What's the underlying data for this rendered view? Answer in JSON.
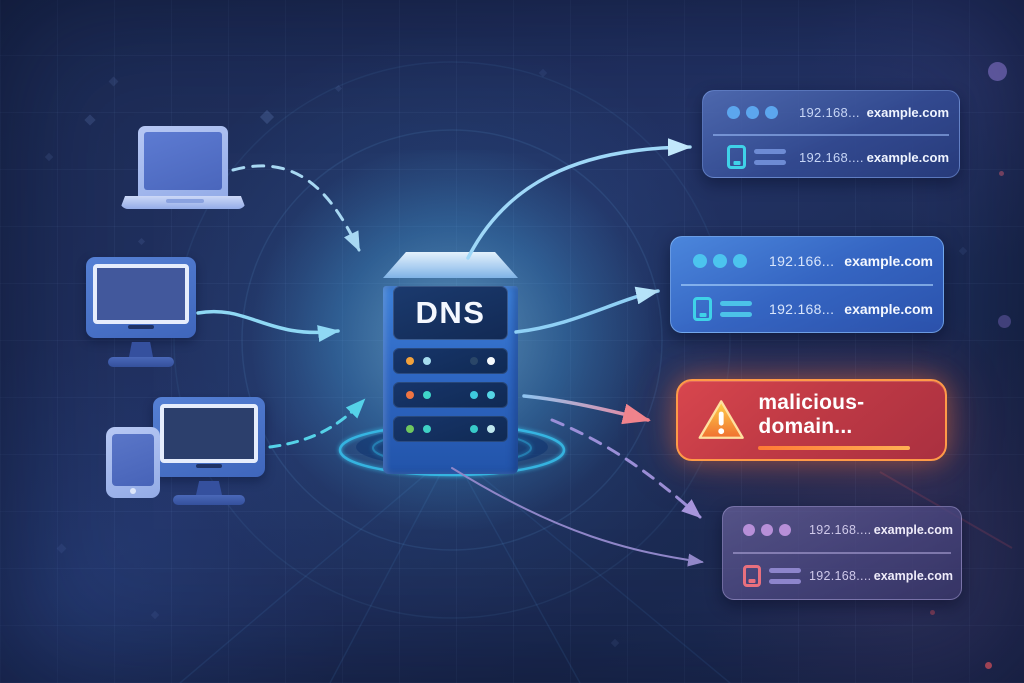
{
  "server": {
    "label": "DNS"
  },
  "resolutions": {
    "card_top": {
      "rows": [
        {
          "ip": "192.168...",
          "domain": "example.com"
        },
        {
          "ip": "192.168....",
          "domain": "example.com"
        }
      ]
    },
    "card_middle": {
      "rows": [
        {
          "ip": "192.166...",
          "domain": "example.com"
        },
        {
          "ip": "192.168...",
          "domain": "example.com"
        }
      ]
    },
    "card_warning": {
      "label": "malicious-domain..."
    },
    "card_bottom": {
      "rows": [
        {
          "ip": "192.168....",
          "domain": "example.com"
        },
        {
          "ip": "192.168....",
          "domain": "example.com"
        }
      ]
    }
  },
  "icons": {
    "warning": "triangle-exclamation",
    "browser_dots": "three-dots",
    "device": "tablet",
    "text_lines": "two-text-lines",
    "clients": [
      "laptop",
      "desktop-monitor",
      "smartphone-with-monitor"
    ]
  },
  "colors": {
    "background": "#1e2d58",
    "server_glow": "#3ec6ff",
    "server_body": "#2f68c4",
    "card_blue": "#3a6ecc",
    "card_purple": "#4a467e",
    "warning_bg": "#c03a45",
    "warning_border": "#ff9a48",
    "arrow_blue": "#8fd8f4",
    "arrow_cyan": "#55d2e8",
    "arrow_pink": "#f0858e",
    "arrow_purple": "#a796dd"
  }
}
